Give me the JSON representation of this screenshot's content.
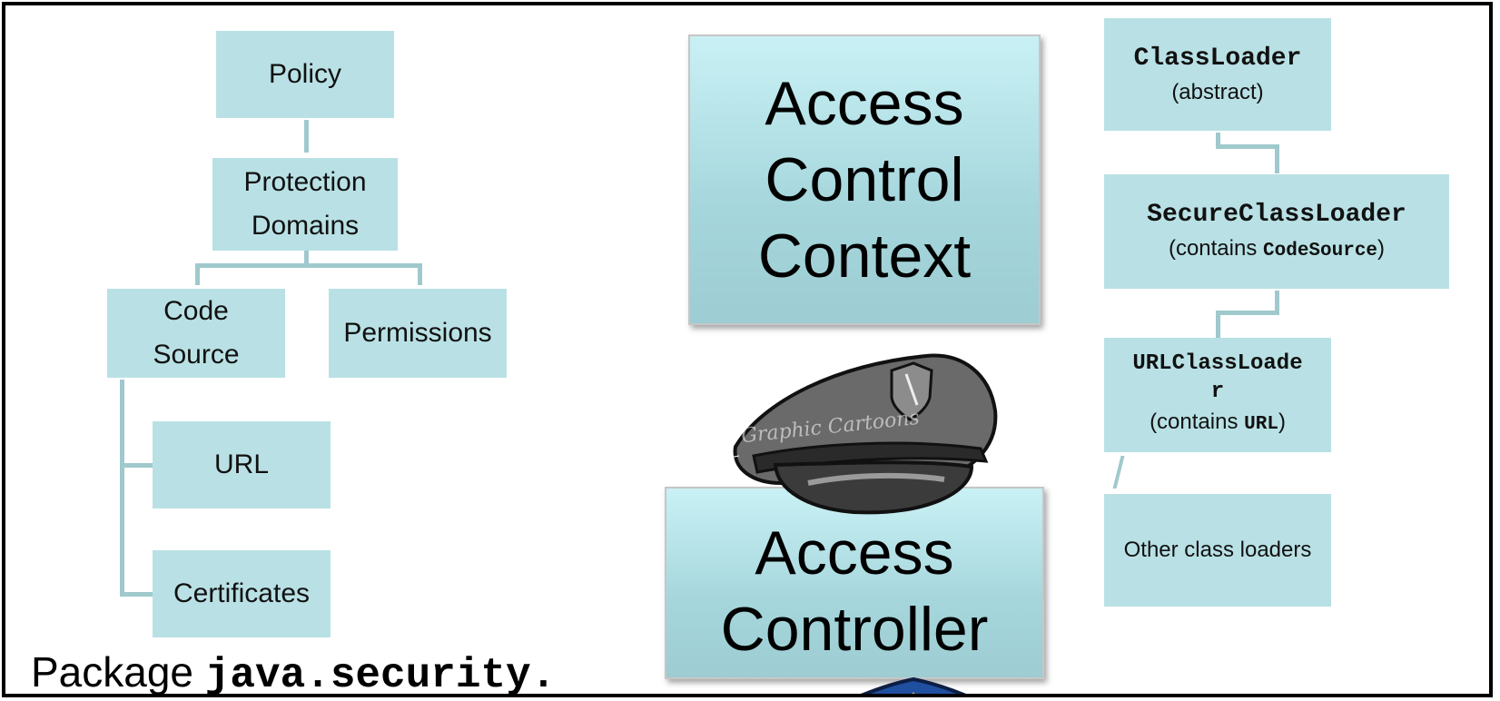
{
  "left_tree": {
    "policy": "Policy",
    "protection_domains": [
      "Protection",
      "Domains"
    ],
    "code_source": [
      "Code",
      "Source"
    ],
    "permissions": "Permissions",
    "url": "URL",
    "certificates": "Certificates"
  },
  "center": {
    "access_control_context": [
      "Access",
      "Control",
      "Context"
    ],
    "access_controller": [
      "Access",
      "Controller"
    ],
    "watermark": "Graphic Cartoons"
  },
  "right_tree": {
    "classloader": {
      "name": "ClassLoader",
      "note": "(abstract)"
    },
    "secure_classloader": {
      "name": "SecureClassLoader",
      "note_prefix": "(contains ",
      "note_code": "CodeSource",
      "note_suffix": ")"
    },
    "url_classloader": {
      "name_line1": "URLClassLoade",
      "name_line2": "r",
      "note_prefix": "(contains ",
      "note_code": "URL",
      "note_suffix": ")"
    },
    "other": "Other class loaders"
  },
  "footer": {
    "prefix": "Package ",
    "package": "java.security."
  },
  "colors": {
    "box": "#b9e1e5",
    "connector": "#9fc9cd",
    "big_box_top": "#c9f1f5",
    "big_box_bottom": "#9dcdd3",
    "border": "#000000"
  }
}
